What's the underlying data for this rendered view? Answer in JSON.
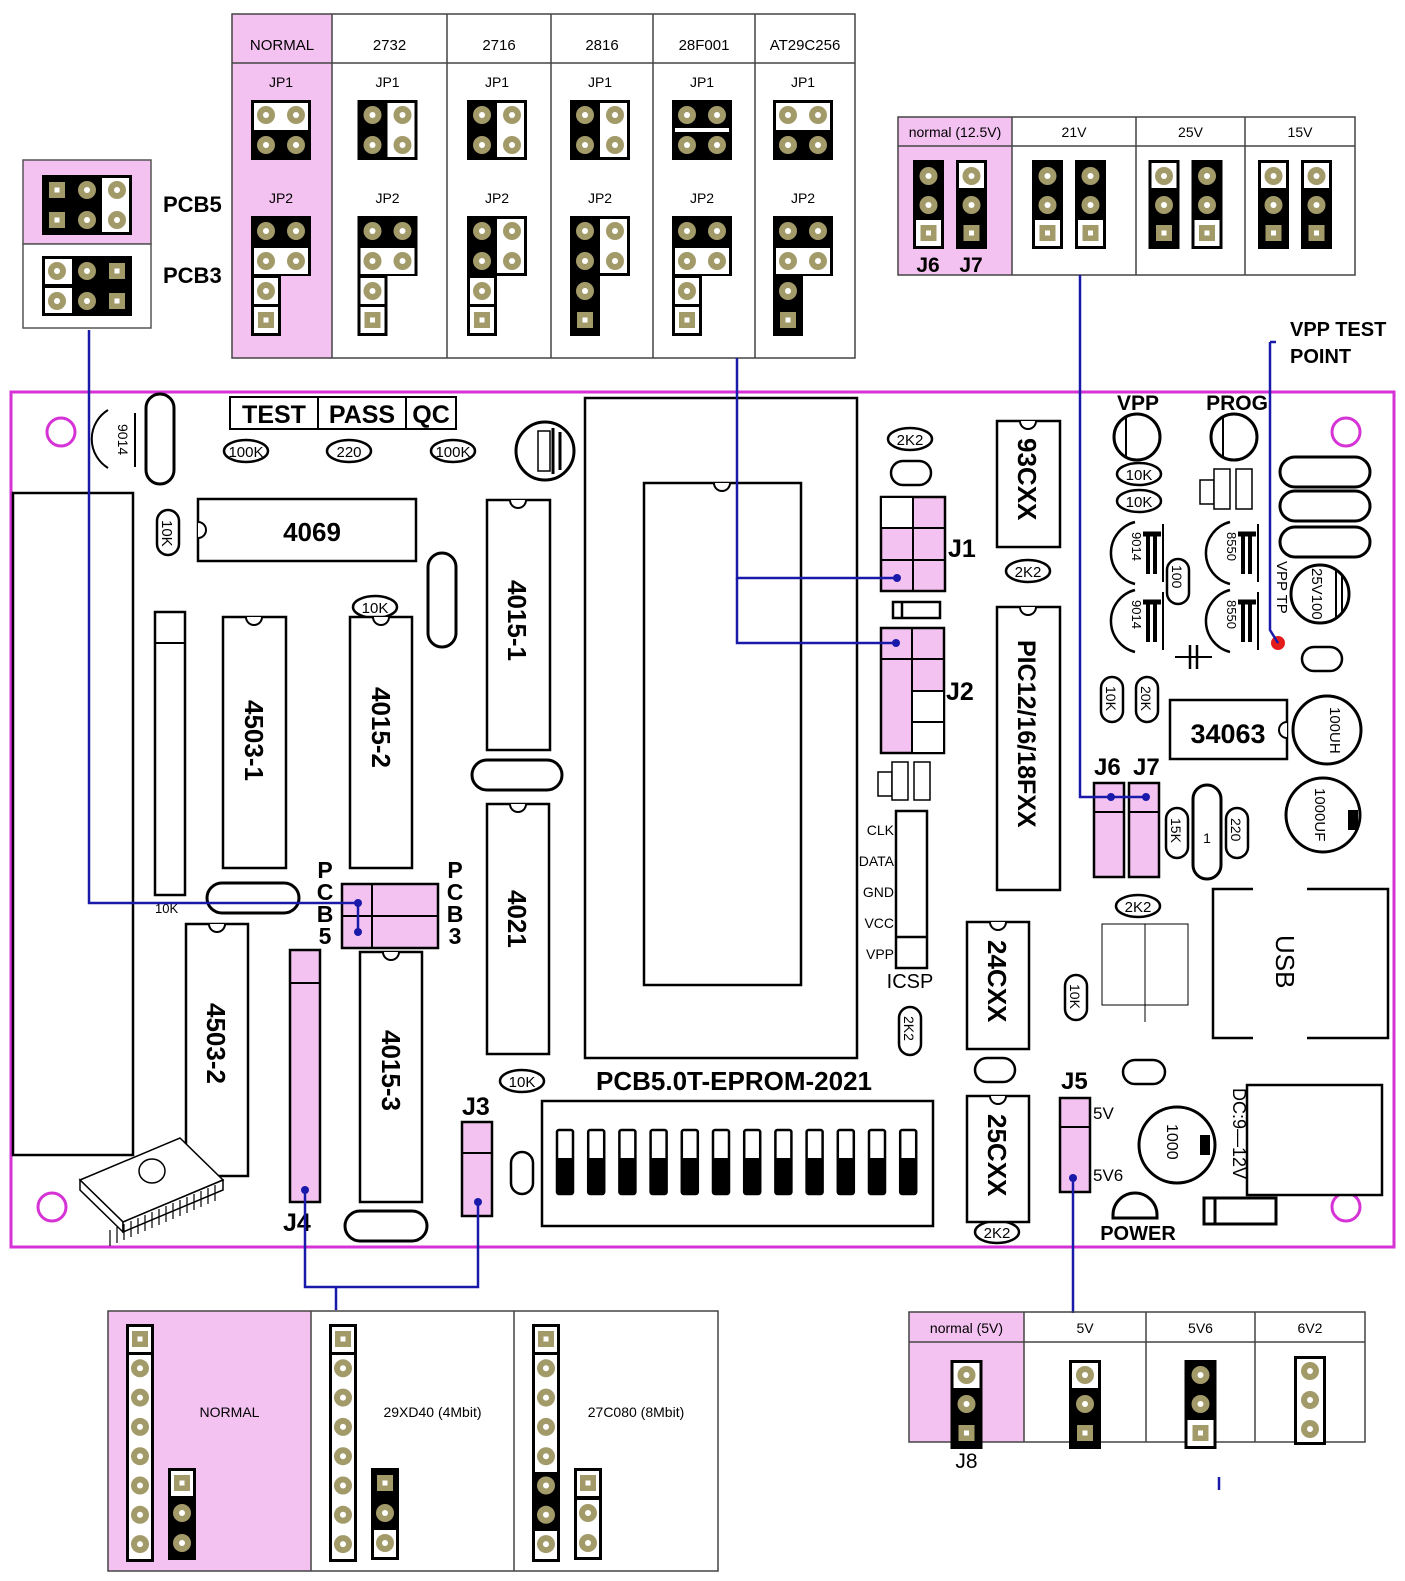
{
  "colors": {
    "pink": "#f4c2f1",
    "board_outline": "#d633d6",
    "wire": "#1a1aaa",
    "pad": "#a39a6a",
    "vpp_dot": "#e51c1c",
    "black": "#000000"
  },
  "top_table": {
    "columns": [
      {
        "header": "NORMAL",
        "highlight": true,
        "jp1_label": "JP1",
        "jp2_label": "JP2",
        "jp1_bridge": "top-row",
        "jp2_bridge": "second-row+bottom-pair"
      },
      {
        "header": "2732",
        "highlight": false,
        "jp1_label": "JP1",
        "jp2_label": "JP2",
        "jp1_bridge": "right-col",
        "jp2_bridge": "second-row+bottom-pair"
      },
      {
        "header": "2716",
        "highlight": false,
        "jp1_label": "JP1",
        "jp2_label": "JP2",
        "jp1_bridge": "right-col",
        "jp2_bridge": "right-col+bottom-pair"
      },
      {
        "header": "2816",
        "highlight": false,
        "jp1_label": "JP1",
        "jp2_label": "JP2",
        "jp1_bridge": "right-col",
        "jp2_bridge": "right-col"
      },
      {
        "header": "28F001",
        "highlight": false,
        "jp1_label": "JP1",
        "jp2_label": "JP2",
        "jp1_bridge": "none",
        "jp2_bridge": "second-row+bottom-pair"
      },
      {
        "header": "AT29C256",
        "highlight": false,
        "jp1_label": "JP1",
        "jp2_label": "JP2",
        "jp1_bridge": "top-row",
        "jp2_bridge": "second-row"
      }
    ]
  },
  "pcb_selector": {
    "rows": [
      {
        "label": "PCB5",
        "highlight": true,
        "bridge": "right-col"
      },
      {
        "label": "PCB3",
        "highlight": false,
        "bridge": "left-col"
      }
    ]
  },
  "vpp_table": {
    "columns": [
      {
        "header": "normal (12.5V)",
        "highlight": true,
        "j6": "bottom",
        "j7": "top",
        "labels": [
          "J6",
          "J7"
        ]
      },
      {
        "header": "21V",
        "highlight": false,
        "j6": "bottom",
        "j7": "bottom",
        "labels": []
      },
      {
        "header": "25V",
        "highlight": false,
        "j6": "top",
        "j7": "bottom",
        "labels": []
      },
      {
        "header": "15V",
        "highlight": false,
        "j6": "top",
        "j7": "top",
        "labels": []
      }
    ]
  },
  "vpp_test_point": {
    "line1": "VPP TEST",
    "line2": "POINT"
  },
  "board": {
    "title": "PCB5.0T-EPROM-2021",
    "qc_labels": [
      "TEST",
      "PASS",
      "QC"
    ],
    "chips": {
      "c4069": "4069",
      "c4015_1": "4015-1",
      "c4503_1": "4503-1",
      "c4015_2": "4015-2",
      "c4021": "4021",
      "c4503_2": "4503-2",
      "c4015_3": "4015-3",
      "c93cxx": "93CXX",
      "pic": "PIC12/16/18FXX",
      "c24cxx": "24CXX",
      "c25cxx": "25CXX",
      "c34063": "34063"
    },
    "resistors": {
      "r100k_a": "100K",
      "r220_a": "220",
      "r100k_b": "100K",
      "r10k_left": "10K",
      "r10k_mid": "10K",
      "r10k_bottom_left": "10K",
      "r10k_4021": "10K",
      "r2k2_top": "2K2",
      "r2k2_93": "2K2",
      "r10k_vpp1": "10K",
      "r10k_vpp2": "10K",
      "r100_v": "100",
      "r10k_j6": "10K",
      "r20k": "20K",
      "r15k": "15K",
      "r220_b": "220",
      "r2k2_mid": "2K2",
      "r10k_usb": "10K",
      "r2k2_icsp": "2K2",
      "r2k2_25": "2K2"
    },
    "transistors": {
      "t9014_a": "9014",
      "t9014_b": "9014",
      "t9014_c": "9014",
      "t8550_a": "8550",
      "t8550_b": "8550"
    },
    "caps": {
      "c25v100": "25V100",
      "c100uh": "100UH",
      "c1000uf": "1000UF",
      "c1000": "1000",
      "c1": "1"
    },
    "leds": {
      "vpp": "VPP",
      "prog": "PROG",
      "power": "POWER"
    },
    "jumpers": {
      "j1": "J1",
      "j2": "J2",
      "j3": "J3",
      "j4": "J4",
      "j5": "J5",
      "j6": "J6",
      "j7": "J7"
    },
    "pcb5_v": [
      "P",
      "C",
      "B",
      "5"
    ],
    "pcb3_v": [
      "P",
      "C",
      "B",
      "3"
    ],
    "icsp": {
      "title": "ICSP",
      "pins": [
        "CLK",
        "DATA",
        "GND",
        "VCC",
        "VPP"
      ]
    },
    "j5_labels": {
      "top": "5V",
      "bottom": "5V6"
    },
    "vpp_tp": "VPP  TP",
    "usb": "USB",
    "dc": "DC:9—12V",
    "dip_switch_count": 12
  },
  "j4_table": {
    "columns": [
      {
        "label": "NORMAL",
        "highlight": true
      },
      {
        "label": "29XD40  (4Mbit)",
        "highlight": false
      },
      {
        "label": "27C080  (8Mbit)",
        "highlight": false
      }
    ]
  },
  "j8_table": {
    "columns": [
      {
        "header": "normal  (5V)",
        "highlight": true,
        "label": "J8"
      },
      {
        "header": "5V",
        "highlight": false
      },
      {
        "header": "5V6",
        "highlight": false
      },
      {
        "header": "6V2",
        "highlight": false
      }
    ]
  }
}
